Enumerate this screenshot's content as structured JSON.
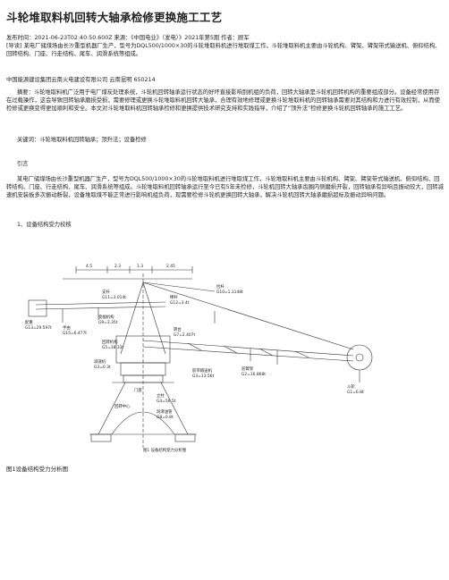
{
  "doc": {
    "title": "斗轮堆取料机回转大轴承检修更换施工工艺",
    "meta": "发布时间：2021-06-23T02:40:50.600Z   来源：《中国电业》（发电）》2021年第5期   作者：顾军",
    "guide": "[导读] 某电厂储煤场由长沙重型机器厂生产，型号为DQL500/1000×30的斗轮堆取料机进行堆取煤工作，斗轮堆取料机主要由斗轮机构、臂架、臂架带式输送机、俯仰结构、回转结构、门座、行走结构、尾车、润滑系统等组成。",
    "affiliation": "中国能源建设集团云南火电建设有限公司  云南昆明  650214",
    "abstract": "摘要：斗轮堆取料机广泛用于电厂煤炭处理系统，斗轮机回转轴承运行状态的好坏直接影响到机组的负荷，回转大轴承是斗轮机回转机构的重要组成部分。设备经常使用存在过载操作，这会导致回转轴承磨损受损，需要修理或更换斗轮堆取料机回转大轴承，合理有效地修理或更换斗轮堆取料机的回转轴承需要对其结构和力进行有效控制，从而使检修或更换变得更加顺利和安全。本文对斗轮堆取料机回转轴承检修和更换提供技术研究支持和实践指导，介绍了“顶升法”检修更换斗轮机回转轴承的施工工艺。",
    "keywords": "关键词：斗轮堆取料机回转轴承；顶升法；设备检修",
    "intro_heading": "引言",
    "intro_body": "某电厂储煤场由长沙重型机器厂生产，型号为DQL500/1000×30的斗轮堆取料机进行堆取煤工作，斗轮堆取料机主要由斗轮机构、臂架、臂架带式输送机、俯仰结构、回转结构、门座、行走结构、尾车、润滑系统等组成。斗轮堆取料机回转轴承运行至今已有5年未检修，斗轮机回转大轴承齿圈内侧磨损开裂，回转轴承有异响且振动较大，回转减速机安装板多次振动断裂，设备堆取煤不能正常进行影响机组负荷，现需要检修斗轮机更换回转大轴承，解决斗轮机回转大轴承磨损超标及振动异响问题。",
    "section1": "1、设备结构受力校核",
    "figure_caption": "图1设备结构受力分析图"
  },
  "figure": {
    "top_labels": [
      "4.5",
      "2.3",
      "1.3",
      "2.45"
    ],
    "labels": {
      "counterweight": "配重",
      "counterweight_g": "G13=29.597t",
      "bucket_arm": "手由",
      "bucket_arm_g": "G15=6.477t",
      "luff": "支杆",
      "luff_g": "G11=3.014t",
      "strut": "撑杆",
      "strut_g": "G12=3.4t",
      "pull_rod": "拉杆",
      "pull_rod_g": "G10=1.1148t",
      "cab": "变幅机构",
      "cab_g": "G9=3.35t",
      "tower": "转台",
      "tower_g": "G7=2.407t",
      "slewing": "回转机构",
      "slewing_g": "G5=18.33t",
      "reducer": "减速机",
      "reducer_g": "G3=0.3t",
      "gantry": "门座",
      "column": "立柱",
      "column_g": "G4=56.5t",
      "conveyor": "胶带输送机",
      "conveyor_g": "G3=13.56t",
      "boom": "前臂架",
      "boom_g": "G2=16.868t",
      "wheel": "斗轮",
      "wheel_g": "G1=6.8t",
      "lube": "润滑油管",
      "lube_g": "G8=0.8t",
      "center": "回转中心",
      "bottom_note": "图1  设备结构受力分析图"
    }
  },
  "colors": {
    "text": "#222222",
    "line": "#333333"
  }
}
